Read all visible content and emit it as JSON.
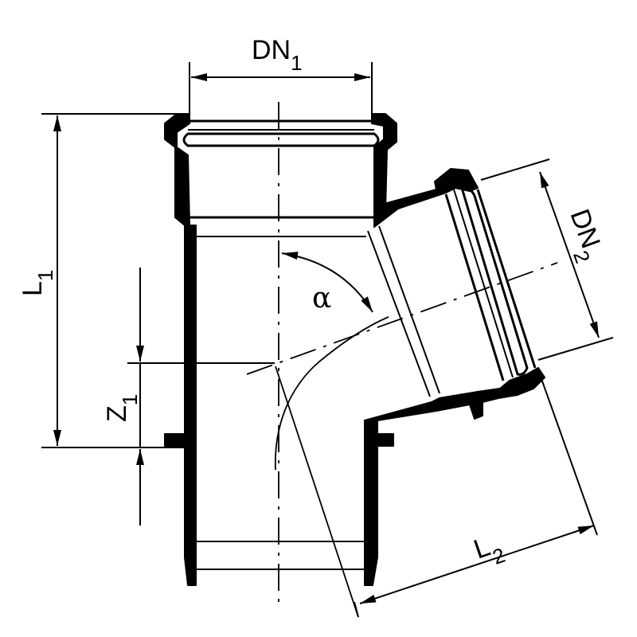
{
  "labels": {
    "dn1": {
      "main": "DN",
      "sub": "1"
    },
    "dn2": {
      "main": "DN",
      "sub": "2"
    },
    "l1": {
      "main": "L",
      "sub": "1"
    },
    "l2": {
      "main": "L",
      "sub": "2"
    },
    "z1": {
      "main": "Z",
      "sub": "1"
    },
    "alpha": "α"
  },
  "colors": {
    "line": "#000000",
    "background": "#ffffff"
  }
}
